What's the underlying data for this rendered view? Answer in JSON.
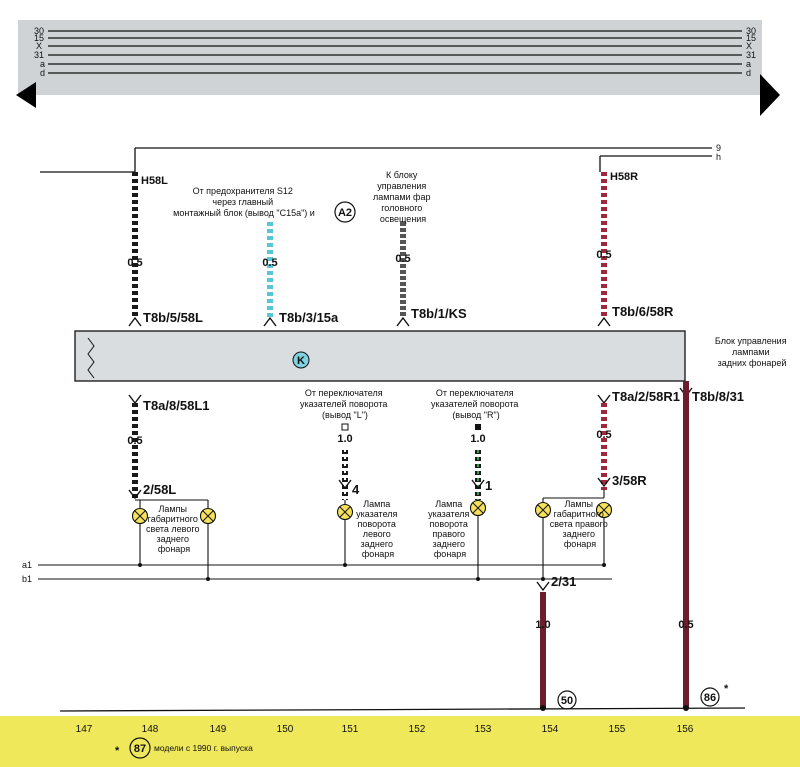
{
  "colors": {
    "top_band": "#cfd3d6",
    "bottom_band": "#efe85a",
    "wire_black": "#1a1a1a",
    "wire_dark_gray": "#555555",
    "wire_cyan": "#58c6d6",
    "wire_red": "#a0283c",
    "wire_dark_red": "#6b1f2d",
    "lamp_yellow": "#f5e25a",
    "unit_fill": "#d9dde0",
    "marker_circle": "#7fd3e0"
  },
  "rails": {
    "left": [
      "30",
      "15",
      "X",
      "31",
      "a",
      "d"
    ],
    "right": [
      "30",
      "15",
      "X",
      "31",
      "a",
      "d"
    ]
  },
  "rails_side": [
    "9",
    "h"
  ],
  "wire_names": {
    "h58l": "H58L",
    "h58r": "H58R"
  },
  "annotations": {
    "fuse_s12": "От предохранителя S12 через главный монтажный блок (вывод \"C15a\") и",
    "fuse_s12_ref": "A2",
    "headlamp_unit": "К блоку управления лампами фар головного освещения",
    "switch_l": "От переключателя указателей поворота (вывод \"L\")",
    "switch_r": "От переключателя указателей поворота (вывод \"R\")",
    "unit_name": "Блок управления лампами задних фонарей",
    "unit_mark": "K"
  },
  "wires": {
    "w1_gauge": "0.5",
    "w2_gauge": "0.5",
    "w3_gauge": "0.5",
    "w4_gauge": "0.5",
    "w5_gauge": "0.5",
    "w6_gauge": "1.0",
    "w7_gauge": "1.0",
    "w8_gauge": "0.5",
    "w9_gauge": "1.0",
    "w10_gauge": "0.5"
  },
  "connectors": {
    "c1": "T8b/5/58L",
    "c2": "T8b/3/15a",
    "c3": "T8b/1/KS",
    "c4": "T8b/6/58R",
    "c5": "T8a/8/58L1",
    "c6": "T8a/2/58R1",
    "c7": "T8b/8/31"
  },
  "pins": {
    "p1": "2/58L",
    "p2": "4",
    "p3": "1",
    "p4": "3/58R",
    "p5": "2/31"
  },
  "lamps": {
    "left_parking": "Лампы габаритного света левого заднего фонаря",
    "left_turn": "Лампа указателя поворота левого заднего фонаря",
    "right_turn": "Лампа указателя поворота правого заднего фонаря",
    "right_parking": "Лампы габаритного света правого заднего фонаря"
  },
  "ground_lines": [
    "a1",
    "b1"
  ],
  "ground_points": [
    "50",
    "86"
  ],
  "asterisk": "*",
  "column_numbers": [
    "147",
    "148",
    "149",
    "150",
    "151",
    "152",
    "153",
    "154",
    "155",
    "156"
  ],
  "footnote": {
    "mark": "*",
    "ref": "87",
    "text": "модели с 1990 г. выпуска"
  }
}
